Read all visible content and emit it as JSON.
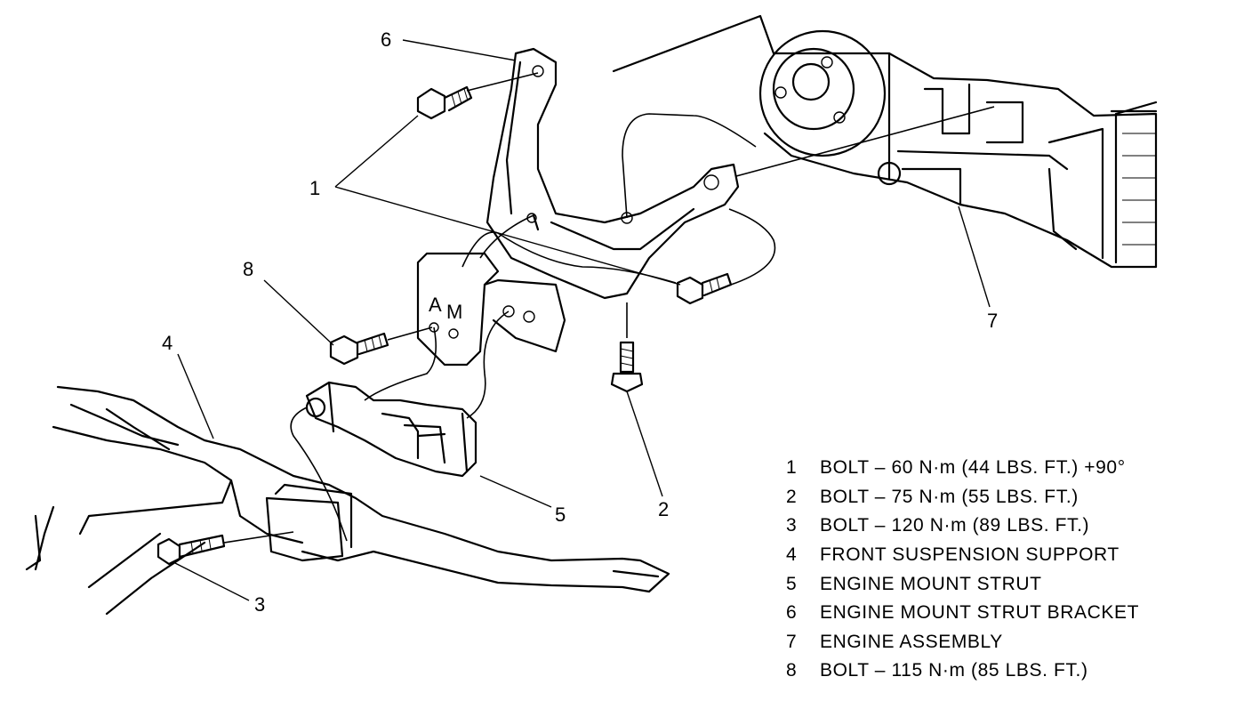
{
  "callouts": {
    "c1": "1",
    "c2": "2",
    "c3": "3",
    "c4": "4",
    "c5": "5",
    "c6": "6",
    "c7": "7",
    "c8": "8"
  },
  "bracket_letters": {
    "a": "A",
    "m": "M"
  },
  "legend": [
    {
      "num": "1",
      "text": "BOLT – 60 N·m (44 LBS. FT.) +90°"
    },
    {
      "num": "2",
      "text": "BOLT – 75 N·m (55 LBS. FT.)"
    },
    {
      "num": "3",
      "text": "BOLT – 120 N·m (89 LBS. FT.)"
    },
    {
      "num": "4",
      "text": "FRONT SUSPENSION SUPPORT"
    },
    {
      "num": "5",
      "text": "ENGINE MOUNT STRUT"
    },
    {
      "num": "6",
      "text": "ENGINE MOUNT STRUT BRACKET"
    },
    {
      "num": "7",
      "text": "ENGINE ASSEMBLY"
    },
    {
      "num": "8",
      "text": "BOLT – 115 N·m (85 LBS. FT.)"
    }
  ]
}
